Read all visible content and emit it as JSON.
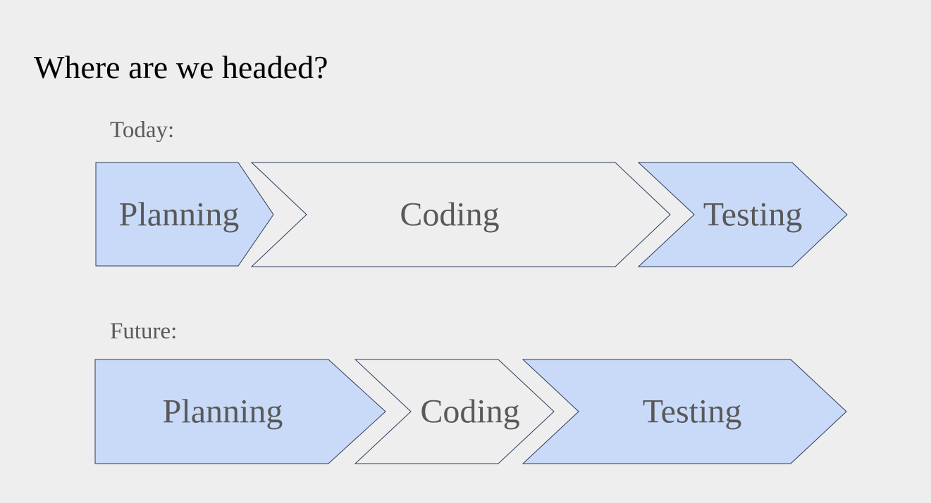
{
  "slide": {
    "title": "Where are we headed?"
  },
  "rows": [
    {
      "label": "Today:",
      "steps": [
        {
          "label": "Planning",
          "fill": "#c9daf8"
        },
        {
          "label": "Coding",
          "fill": "#eeeeee"
        },
        {
          "label": "Testing",
          "fill": "#c9daf8"
        }
      ]
    },
    {
      "label": "Future:",
      "steps": [
        {
          "label": "Planning",
          "fill": "#c9daf8"
        },
        {
          "label": "Coding",
          "fill": "#eeeeee"
        },
        {
          "label": "Testing",
          "fill": "#c9daf8"
        }
      ]
    }
  ],
  "colors": {
    "background": "#eeeeee",
    "highlight": "#c9daf8",
    "outline": "#2b3a5c",
    "step_text": "#595959"
  }
}
